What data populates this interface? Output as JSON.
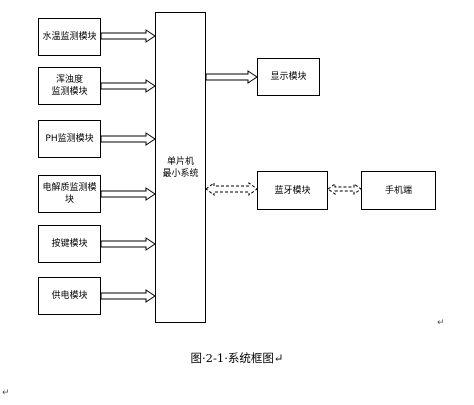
{
  "diagram": {
    "input_modules": [
      {
        "id": "water-temp",
        "label": "水温监测模块"
      },
      {
        "id": "turbidity",
        "label": "浑浊度\n监测模块"
      },
      {
        "id": "ph",
        "label": "PH监测模块"
      },
      {
        "id": "electrolyte",
        "label": "电解质监测模块"
      },
      {
        "id": "keys",
        "label": "按键模块"
      },
      {
        "id": "power",
        "label": "供电模块"
      }
    ],
    "mcu": {
      "label": "单片机\n最小系统"
    },
    "display": {
      "label": "显示模块"
    },
    "bluetooth": {
      "label": "蓝牙模块"
    },
    "phone": {
      "label": "手机端"
    }
  },
  "caption": "图·2-1·系统框图↵",
  "para_marks": {
    "right": "↵",
    "left": "↵"
  }
}
